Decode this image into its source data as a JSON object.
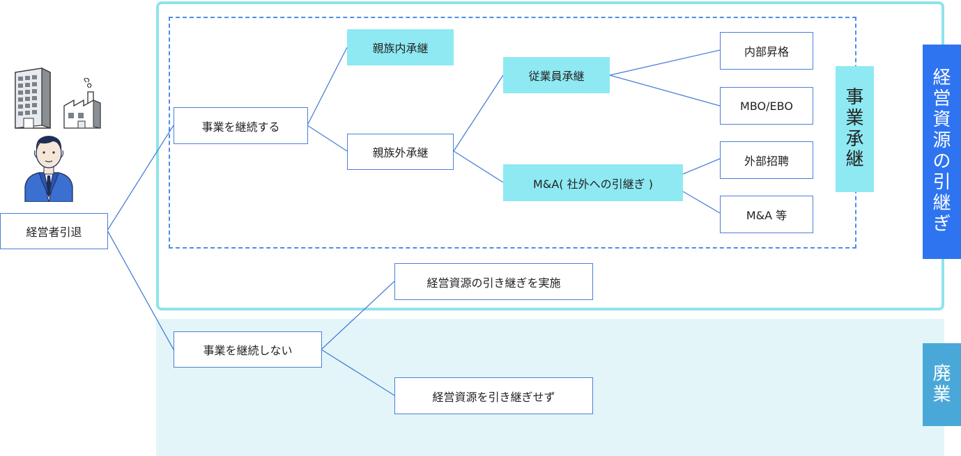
{
  "nodes": {
    "retire": "経営者引退",
    "continue": "事業を継続する",
    "discontinue": "事業を継続しない",
    "family_internal": "親族内承継",
    "family_external": "親族外承継",
    "employee": "従業員承継",
    "ma": "M&A( 社外への引継ぎ )",
    "internal_promotion": "内部昇格",
    "mbo_ebo": "MBO/EBO",
    "external_hire": "外部招聘",
    "ma_etc": "M&A 等",
    "transfer_resources": "経営資源の引き継ぎを実施",
    "no_transfer": "経営資源を引き継ぎせず"
  },
  "vertical_labels": {
    "succession": [
      "事",
      "業",
      "承",
      "継"
    ],
    "resources": [
      "経",
      "営",
      "資",
      "源",
      "の",
      "引",
      "継",
      "ぎ"
    ],
    "closure": [
      "廃",
      "業"
    ]
  },
  "colors": {
    "line": "#4a7fd8",
    "filled_node": "#8ee9f2",
    "region_border": "#8ee3ec",
    "closure_bg": "#e3f5f8",
    "resources_label": "#2e74f0",
    "closure_label": "#4aa8d8"
  },
  "illustration": {
    "icons": [
      "office-building-icon",
      "factory-icon",
      "businessman-icon"
    ]
  }
}
